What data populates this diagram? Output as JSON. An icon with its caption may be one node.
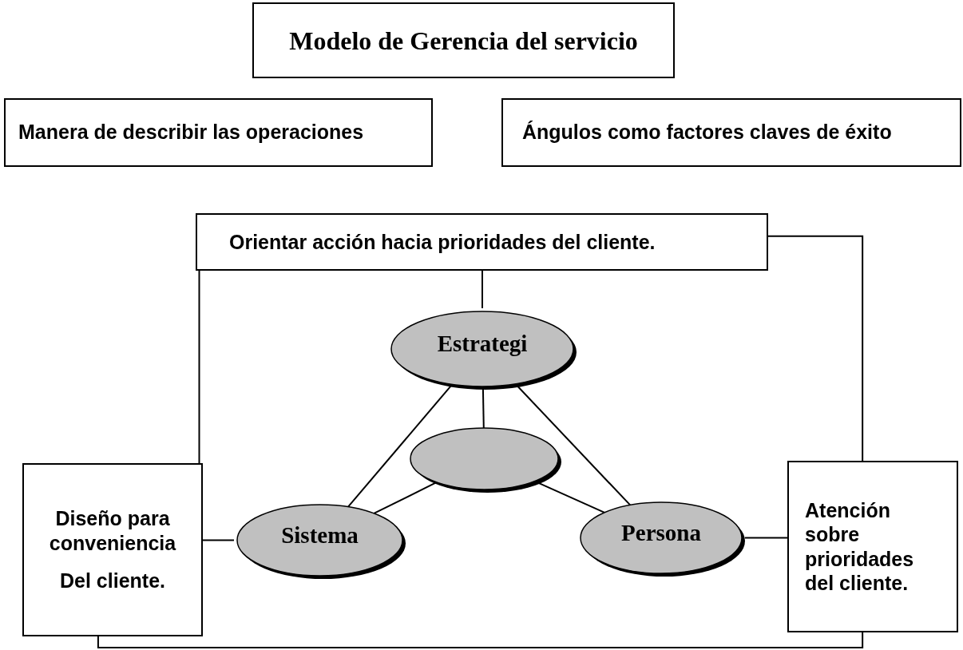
{
  "diagram": {
    "nodes": [
      {
        "text": [
          "Modelo de Gerencia del servicio"
        ]
      },
      {
        "text": [
          "Manera de describir las operaciones"
        ]
      },
      {
        "text": [
          "Ángulos como factores claves de éxito"
        ]
      },
      {
        "text": [
          "Orientar acción hacia prioridades del cliente."
        ]
      },
      {
        "text": [
          "Estrategi"
        ]
      },
      {
        "text": [],
        "shape": "circle"
      },
      {
        "text": [
          "Sistema"
        ]
      },
      {
        "text": [
          "Persona"
        ]
      },
      {
        "text": [
          "Diseño para conveniencia",
          "Del cliente."
        ]
      },
      {
        "text": [
          "Atención sobre prioridades del cliente."
        ]
      }
    ],
    "edges": [
      {
        "from": 3,
        "to": 4,
        "arrow": "none"
      },
      {
        "from": 4,
        "to": 5,
        "arrow": "none"
      },
      {
        "from": 4,
        "to": 6,
        "arrow": "none"
      },
      {
        "from": 4,
        "to": 7,
        "arrow": "none"
      },
      {
        "from": 5,
        "to": 6,
        "arrow": "none"
      },
      {
        "from": 5,
        "to": 7,
        "arrow": "none"
      },
      {
        "from": 6,
        "to": 8,
        "arrow": "none"
      },
      {
        "from": 7,
        "to": 9,
        "arrow": "none"
      },
      {
        "from": 3,
        "to": 8,
        "arrow": "none"
      },
      {
        "from": 3,
        "to": 9,
        "arrow": "none"
      },
      {
        "from": 8,
        "to": 9,
        "arrow": "none"
      }
    ]
  }
}
